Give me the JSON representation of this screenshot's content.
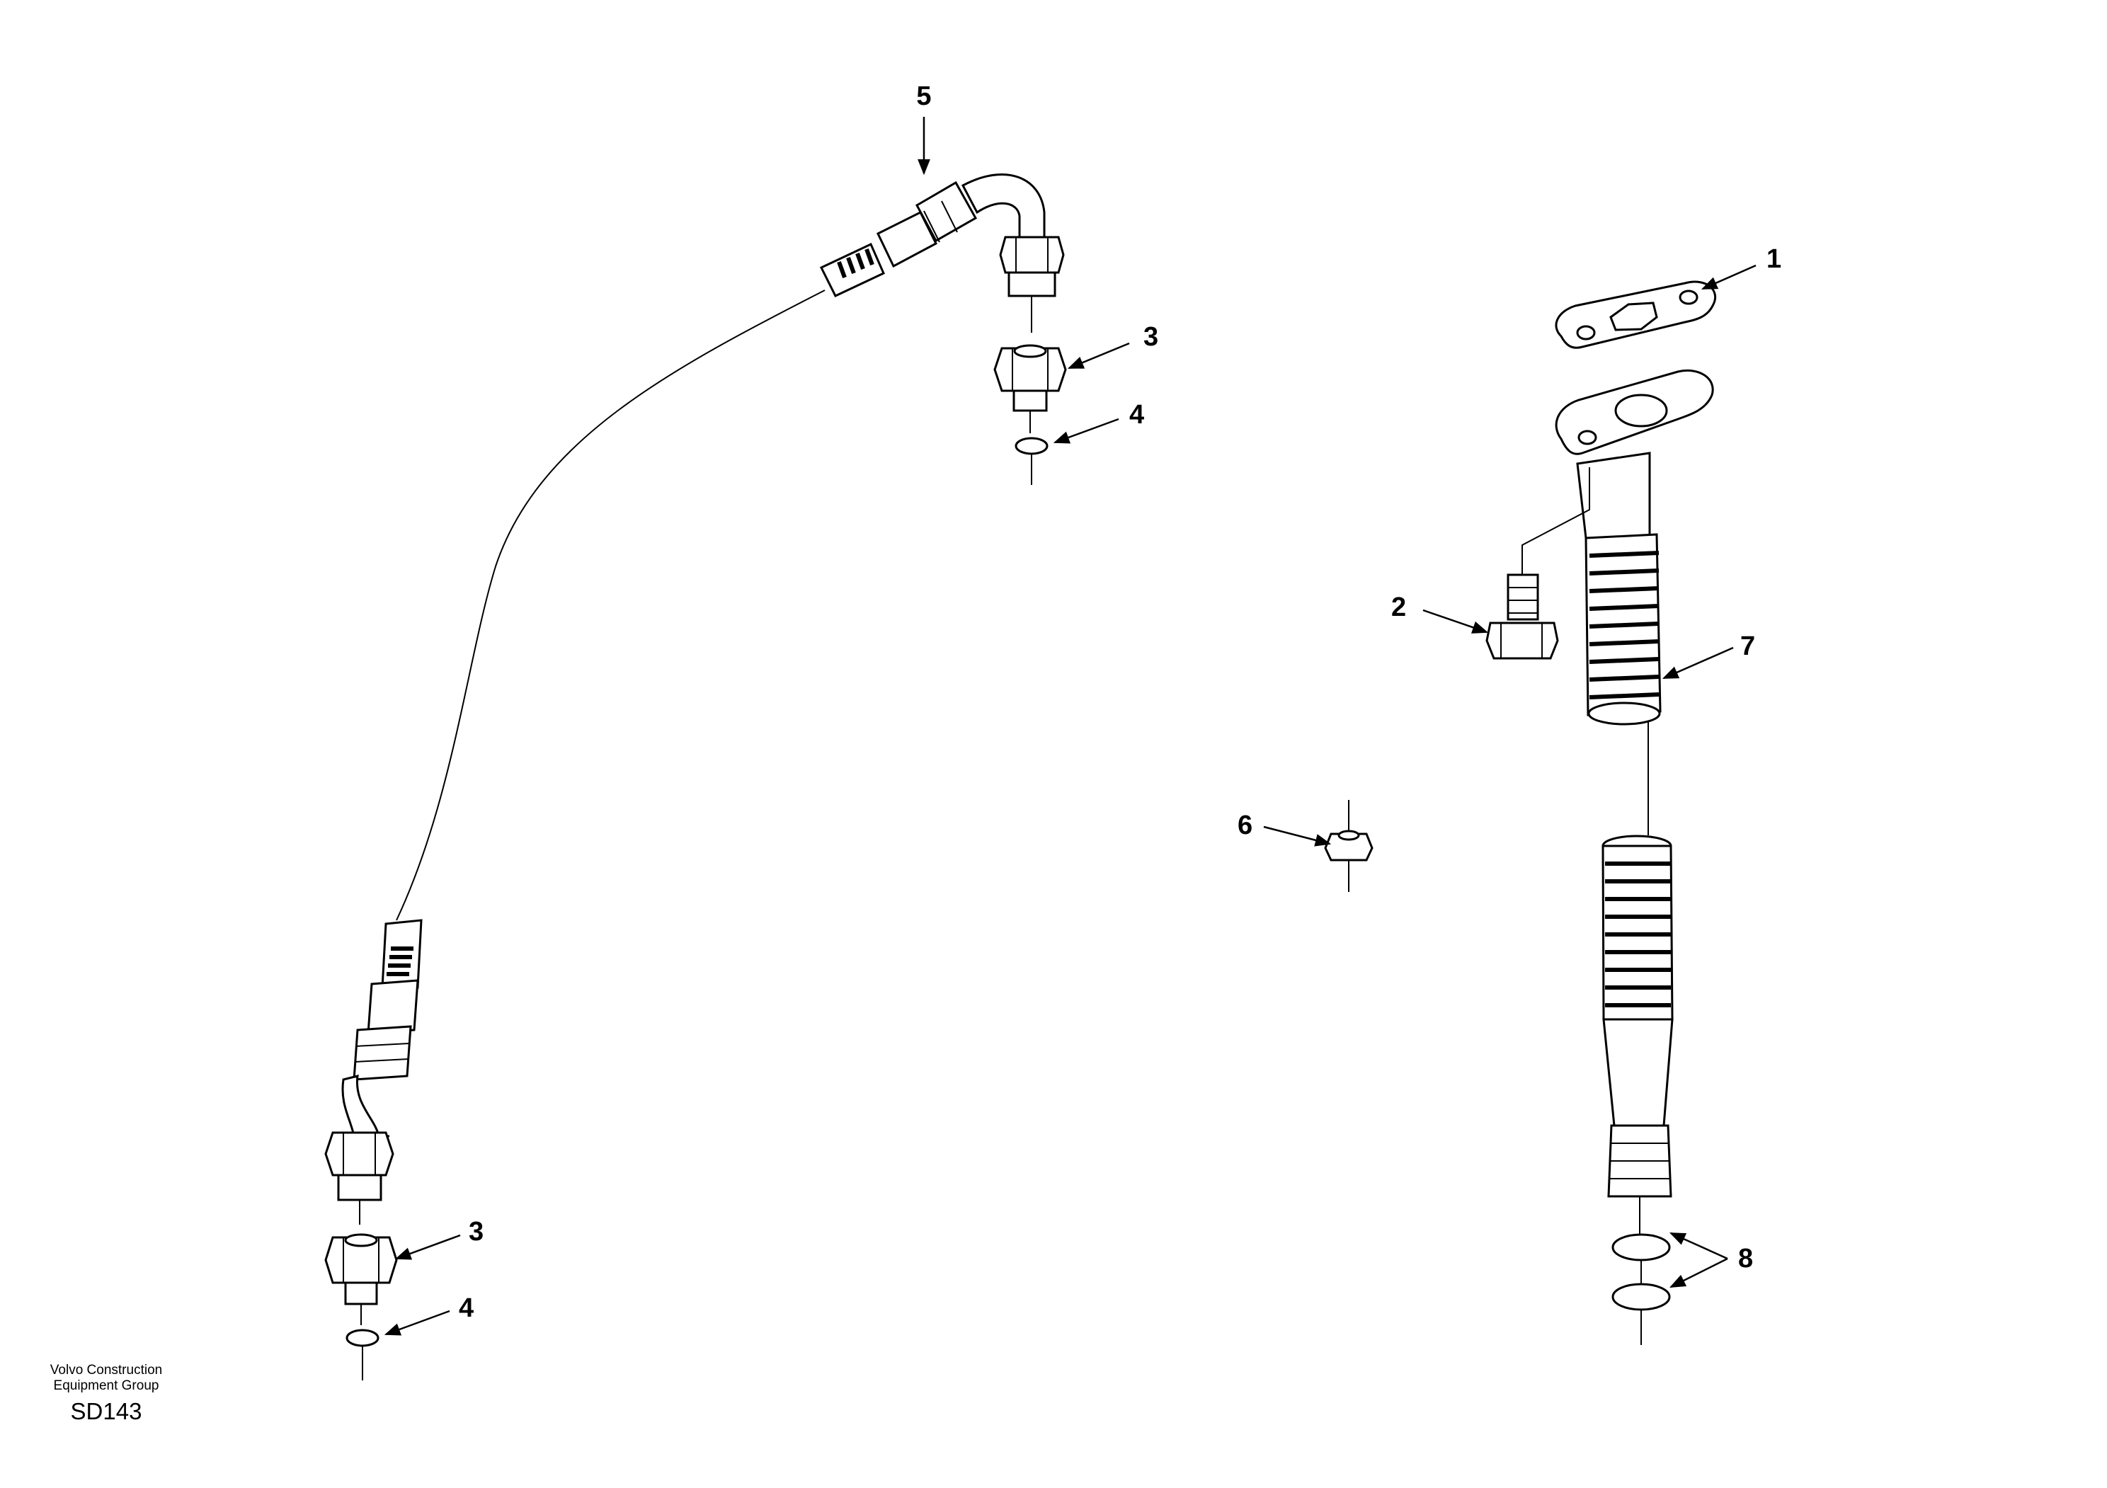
{
  "footer": {
    "company_line1": "Volvo Construction",
    "company_line2": "Equipment Group",
    "drawing_code": "SD143"
  },
  "callouts": {
    "c1": "1",
    "c2": "2",
    "c3_top": "3",
    "c3_bottom": "3",
    "c4_top": "4",
    "c4_bottom": "4",
    "c5": "5",
    "c6": "6",
    "c7": "7",
    "c8": "8"
  },
  "colors": {
    "line": "#000000",
    "background": "#ffffff"
  }
}
